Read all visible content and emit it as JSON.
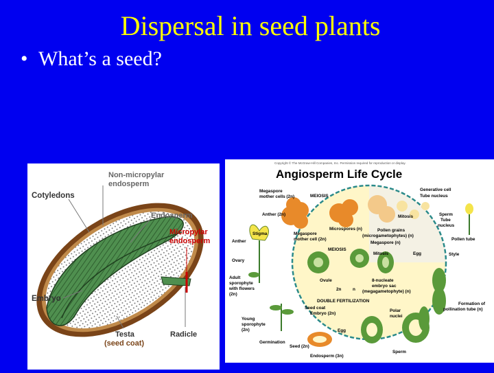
{
  "slide": {
    "title": "Dispersal in seed plants",
    "bullet": "What’s a seed?"
  },
  "seed_diagram": {
    "labels": {
      "non_micropylar": [
        "Non-micropylar",
        "endosperm"
      ],
      "cotyledons": "Cotyledons",
      "endosperm": "Endosperm",
      "micropylar": [
        "Micropylar",
        "endosperm"
      ],
      "embryo": "Embryo",
      "testa": [
        "Testa",
        "(seed coat)"
      ],
      "radicle": "Radicle"
    }
  },
  "life_cycle": {
    "copyright": "Copyright © The McGraw-Hill Companies, Inc. Permission required for reproduction or display.",
    "title": "Angiosperm Life Cycle",
    "labels": {
      "megaspore_mother": [
        "Megaspore",
        "mother cells (2n)"
      ],
      "meiosis_top": "MEIOSIS",
      "generative_cell": [
        "Generative cell",
        "Tube nucleus"
      ],
      "anther_2n": "Anther (2n)",
      "mitosis_top": "Mitosis",
      "sperm_tube": [
        "Sperm",
        "Tube",
        "nucleus"
      ],
      "stigma": "Stigma",
      "anther": "Anther",
      "microspores": "Microspores (n)",
      "pollen_grains": [
        "Pollen grains",
        "(microgametophytes) (n)"
      ],
      "pollen_tube": "Pollen tube",
      "megaspore_mother_cell": [
        "Megaspore",
        "mother cell (2n)"
      ],
      "megaspore": "Megaspore (n)",
      "ovary": "Ovary",
      "meiosis_mid": "MEIOSIS",
      "mitosis_mid": "Mitosis",
      "egg_mid": "Egg",
      "style": "Style",
      "adult_sporophyte": [
        "Adult",
        "sporophyte",
        "with flowers",
        "(2n)"
      ],
      "ovule": "Ovule",
      "two_n": "2n",
      "n": "n",
      "eight_nucleate": [
        "8-nucleate",
        "embryo sac",
        "(megagametophyte) (n)"
      ],
      "double_fert": "DOUBLE FERTILIZATION",
      "seed_coat": "Seed coat",
      "embryo_2n": "Embryo (2n)",
      "formation": [
        "Formation of",
        "pollination tube (n)"
      ],
      "young_sporophyte": [
        "Young",
        "sporophyte",
        "(2n)"
      ],
      "polar_nuclei": [
        "Polar",
        "nuclei"
      ],
      "egg_low": "Egg",
      "germination": "Germination",
      "seed_2n": "Seed (2n)",
      "sperm": "Sperm",
      "endosperm_3n": "Endosperm (3n)"
    }
  },
  "colors": {
    "background": "#0000f0",
    "title": "#ffff00",
    "bullet": "#ffffff",
    "embryo_green": "#4f8f4f",
    "seed_coat": "#7a4418",
    "highlight_red": "#cc0000",
    "orange": "#e88a2a",
    "green": "#5a9a3a",
    "cream": "#fff6c8"
  }
}
